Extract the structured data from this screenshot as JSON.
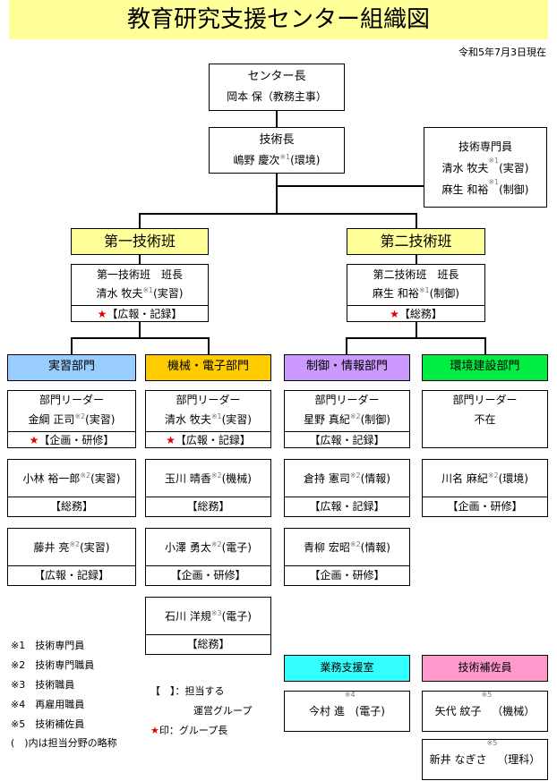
{
  "title": "教育研究支援センター組織図",
  "date": "令和5年7月3日現在",
  "center_head": {
    "role": "センター長",
    "name": "岡本 保（教務主事）"
  },
  "tech_head": {
    "role": "技術長",
    "name": "嶋野 慶次",
    "sup": "※1",
    "field": "(環境)"
  },
  "specialists": {
    "title": "技術専門員",
    "members": [
      {
        "name": "清水 牧夫",
        "sup": "※1",
        "field": "(実習)"
      },
      {
        "name": "麻生 和裕",
        "sup": "※1",
        "field": "(制御)"
      }
    ]
  },
  "team1": {
    "label": "第一技術班",
    "leader_title": "第一技術班　班長",
    "leader_name": "清水 牧夫",
    "sup": "※1",
    "field": "(実習)",
    "group": "【広報・記録】"
  },
  "team2": {
    "label": "第二技術班",
    "leader_title": "第二技術班　班長",
    "leader_name": "麻生 和裕",
    "sup": "※1",
    "field": "(制御)",
    "group": "【総務】"
  },
  "depts": [
    {
      "label": "実習部門",
      "color": "#99ccff",
      "leader_title": "部門リーダー",
      "leader_name": "金綱 正司",
      "sup": "※2",
      "field": "(実習)",
      "leader_group": "【企画・研修】",
      "star": true,
      "members": [
        {
          "name": "小林 裕一郎",
          "sup": "※2",
          "field": "(実習)",
          "group": "【総務】"
        },
        {
          "name": "藤井 亮",
          "sup": "※2",
          "field": "(実習)",
          "group": "【広報・記録】"
        }
      ]
    },
    {
      "label": "機械・電子部門",
      "color": "#ffcc00",
      "leader_title": "部門リーダー",
      "leader_name": "清水 牧夫",
      "sup": "※1",
      "field": "(実習)",
      "leader_group": "【広報・記録】",
      "star": true,
      "members": [
        {
          "name": "玉川 晴香",
          "sup": "※2",
          "field": "(機械)",
          "group": "【総務】"
        },
        {
          "name": "小澤 勇太",
          "sup": "※2",
          "field": "(電子)",
          "group": "【企画・研修】"
        },
        {
          "name": "石川 洋規",
          "sup": "※3",
          "field": "(電子)",
          "group": "【総務】"
        }
      ]
    },
    {
      "label": "制御・情報部門",
      "color": "#cc99ff",
      "leader_title": "部門リーダー",
      "leader_name": "星野 真紀",
      "sup": "※2",
      "field": "(制御)",
      "leader_group": "【広報・記録】",
      "star": false,
      "members": [
        {
          "name": "倉持 憲司",
          "sup": "※2",
          "field": "(情報)",
          "group": "【広報・記録】"
        },
        {
          "name": "青柳 宏昭",
          "sup": "※2",
          "field": "(情報)",
          "group": "【企画・研修】"
        }
      ]
    },
    {
      "label": "環境建設部門",
      "color": "#00ee44",
      "leader_title": "部門リーダー",
      "leader_name": "不在",
      "sup": "",
      "field": "",
      "leader_group": "",
      "star": false,
      "members": [
        {
          "name": "川名 麻紀",
          "sup": "※2",
          "field": "(環境)",
          "group": "【企画・研修】"
        }
      ]
    }
  ],
  "support_office": {
    "label": "業務支援室",
    "color": "#33ffff",
    "members": [
      {
        "name": "今村 進",
        "sup": "※4",
        "field": "(電子)"
      }
    ]
  },
  "tech_assistants": {
    "label": "技術補佐員",
    "color": "#ff99cc",
    "members": [
      {
        "name": "矢代 紋子",
        "sup": "※5",
        "field": "（機械）"
      },
      {
        "name": "新井 なぎさ",
        "sup": "※5",
        "field": "（理科）"
      }
    ]
  },
  "legend": [
    {
      "mark": "※1",
      "text": "技術専門員"
    },
    {
      "mark": "※2",
      "text": "技術専門職員"
    },
    {
      "mark": "※3",
      "text": "技術職員"
    },
    {
      "mark": "※4",
      "text": "再雇用職員"
    },
    {
      "mark": "※5",
      "text": "技術補佐員"
    }
  ],
  "legend_note": "(　)内は担当分野の略称",
  "key": {
    "bracket": "【　】：担当する",
    "bracket2": "運営グループ",
    "star_mark": "★",
    "star_text": "印：グループ長"
  }
}
